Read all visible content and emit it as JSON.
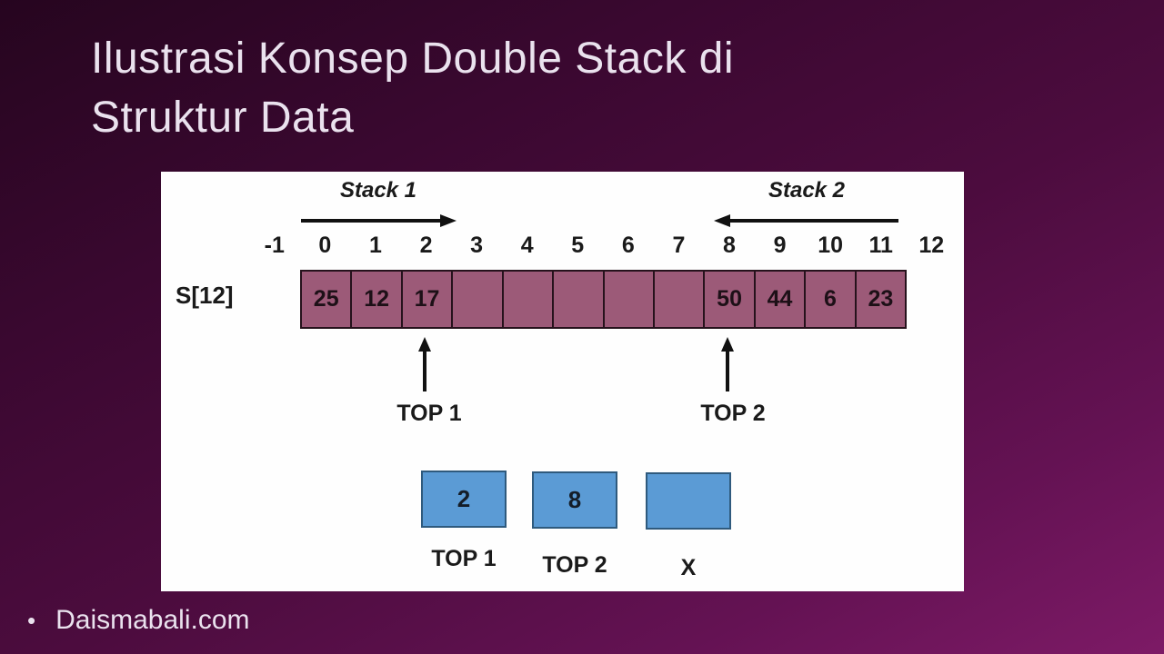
{
  "slide": {
    "title": "Ilustrasi Konsep Double Stack di Struktur Data",
    "title_lines": [
      "Ilustrasi Konsep Double Stack di",
      "Struktur Data"
    ],
    "footer_bullet_glyph": "•",
    "footer_text": "Daismabali.com"
  },
  "diagram": {
    "stack1_label": "Stack 1",
    "stack2_label": "Stack 2",
    "array_label": "S[12]",
    "indices": [
      "-1",
      "0",
      "1",
      "2",
      "3",
      "4",
      "5",
      "6",
      "7",
      "8",
      "9",
      "10",
      "11",
      "12"
    ],
    "cells": [
      "25",
      "12",
      "17",
      "",
      "",
      "",
      "",
      "",
      "50",
      "44",
      "6",
      "23"
    ],
    "pointer1_label": "TOP 1",
    "pointer2_label": "TOP 2",
    "boxes": [
      {
        "value": "2",
        "label": "TOP 1"
      },
      {
        "value": "8",
        "label": "TOP 2"
      },
      {
        "value": "",
        "label": "X"
      }
    ]
  },
  "colors": {
    "bg_top": "#26051f",
    "bg_mid": "#4c0c3e",
    "bg_bottom": "#7d1a66",
    "title_text": "#eae2ee",
    "panel_bg": "#fefefe",
    "cell_fill": "#9c5a78",
    "cell_border": "#26121c",
    "cell_text": "#1d1017",
    "box_fill": "#5b9bd5",
    "box_border": "#2f5a7d",
    "box_text": "#141d28",
    "diagram_ink": "#1a1a1a",
    "arrow_ink": "#111111"
  }
}
